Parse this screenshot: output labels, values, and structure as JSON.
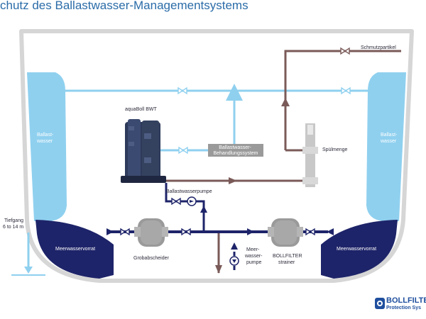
{
  "title": "chutz des Ballastwasser-Managementsystems",
  "labels": {
    "schmutzpartikel": "Schmutzpartikel",
    "aquaboll": "aquaBoll BWT",
    "ballast_left_1": "Ballast-",
    "ballast_left_2": "wasser",
    "ballast_right_1": "Ballast-",
    "ballast_right_2": "wasser",
    "bws_1": "Ballastwasser-",
    "bws_2": "Behandlungssystem",
    "spuelmenge": "Spülmenge",
    "pumpe": "Ballastwasserpumpe",
    "tiefgang_1": "Tiefgang",
    "tiefgang_2": "6 to 14 m",
    "meerwasservorrat_left": "Meerwasservorrat",
    "meerwasservorrat_right": "Meerwasservorrat",
    "grobabscheider": "Grobabscheider",
    "meerwasserpumpe_1": "Meer-",
    "meerwasserpumpe_2": "wasser-",
    "meerwasserpumpe_3": "pumpe",
    "bollfilter_1": "BOLLFILTER",
    "bollfilter_2": "strainer"
  },
  "logo": {
    "name": "BOLLFILTE",
    "tagline": "Protection Sys"
  },
  "colors": {
    "title": "#2b6ca8",
    "ballast_tank": "#8fd0ef",
    "sea_tank": "#1e2469",
    "clean_pipe": "#8fd0ef",
    "dirty_pipe": "#7a5a58",
    "intake_pipe": "#1e2469",
    "hull": "#d6d6d6",
    "equipment_gray": "#9a9a9a"
  }
}
